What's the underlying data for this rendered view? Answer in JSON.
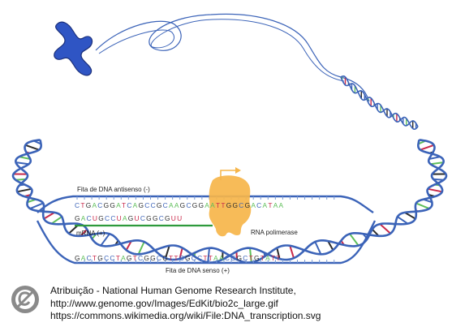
{
  "labels": {
    "antisense": "Fita de DNA antisenso (-)",
    "mrna": "mRNA (+)",
    "polymerase": "RNA polimerase",
    "sense": "Fita de DNA senso (+)"
  },
  "sequences": {
    "antisense": "CTGACGGATCAGCCGCAAGCGGAATTGGCGACATAA",
    "mrna": "GACUGCCUAGUCGGCGUU",
    "sense": "GACTGCCTAGTCGGCGTTCGCCTTAACCGCTGTATT"
  },
  "attribution": {
    "line1": "Atribuição  - National Human Genome Research Institute,",
    "line2": "http://www.genome.gov/Images/EdKit/bio2c_large.gif",
    "line3": "https://commons.wikimedia.org/wiki/File:DNA_transcription.svg"
  },
  "colors": {
    "dna_strand": "#3b63b8",
    "chromosome": "#2f55c4",
    "polymerase": "#f6b54a",
    "mrna_backbone": "#2e9a3c",
    "base_A": "#5fbf5a",
    "base_T": "#c9294a",
    "base_G": "#2c2c2c",
    "base_C": "#3b63b8",
    "base_U": "#c9294a"
  },
  "icons": {
    "license": "cc-no-copyright-icon",
    "chromosome": "chromosome-icon"
  }
}
